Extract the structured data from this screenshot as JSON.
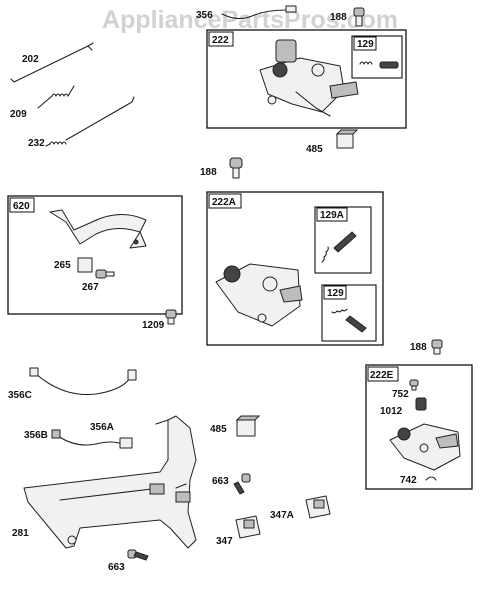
{
  "watermark": "AppliancePartsPros.com",
  "group_labels": {
    "g222": "222",
    "g129a": "129",
    "g620": "620",
    "g222A": "222A",
    "g129A": "129A",
    "g129b": "129",
    "g222E": "222E"
  },
  "part_labels": {
    "p356_top": "356",
    "p188_top": "188",
    "p202": "202",
    "p209": "209",
    "p232": "232",
    "p485_top": "485",
    "p188_mid": "188",
    "p265": "265",
    "p267": "267",
    "p1209": "1209",
    "p188_right": "188",
    "p752": "752",
    "p1012": "1012",
    "p742": "742",
    "p356C": "356C",
    "p356A": "356A",
    "p356B": "356B",
    "p485_mid": "485",
    "p663_mid": "663",
    "p347A": "347A",
    "p347": "347",
    "p281": "281",
    "p663_bot": "663"
  }
}
